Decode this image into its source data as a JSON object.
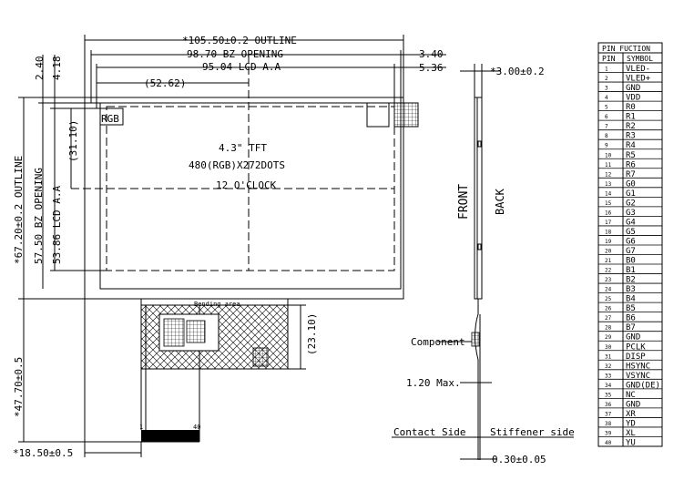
{
  "dimensions": {
    "outline_width": "*105.50±0.2 OUTLINE",
    "bz_opening_width": "98.70 BZ OPENING",
    "lcd_aa_width": "95.04 LCD A.A",
    "center_x": "(52.62)",
    "offset_right_1": "3.40",
    "offset_right_2": "5.36",
    "offset_top_1": "2.40",
    "offset_top_2": "4.18",
    "center_y": "(31.10)",
    "outline_height": "*67.20±0.2 OUTLINE",
    "bz_opening_height": "57.50 BZ OPENING",
    "lcd_aa_height": "53.86 LCD A.A",
    "fpc_length": "*47.70±0.5",
    "fpc_width": "*18.50±0.5",
    "stiffener_length": "(23.10)",
    "thickness": "*3.00±0.2",
    "fpc_thickness": "1.20 Max.",
    "stiffener_thickness": "0.30±0.05"
  },
  "labels": {
    "rgb": "RGB",
    "product_size": "4.3\" TFT",
    "resolution": "480(RGB)X272DOTS",
    "view_direction": "12 O'CLOCK",
    "bending_area": "Bending area",
    "pin_first": "1",
    "pin_last": "40",
    "front": "FRONT",
    "back": "BACK",
    "component": "Component",
    "contact_side": "Contact Side",
    "stiffener_side": "Stiffener side"
  },
  "pin_table": {
    "title": "PIN FUCTION",
    "headers": [
      "PIN",
      "SYMBOL"
    ],
    "rows": [
      [
        "1",
        "VLED-"
      ],
      [
        "2",
        "VLED+"
      ],
      [
        "3",
        "GND"
      ],
      [
        "4",
        "VDD"
      ],
      [
        "5",
        "R0"
      ],
      [
        "6",
        "R1"
      ],
      [
        "7",
        "R2"
      ],
      [
        "8",
        "R3"
      ],
      [
        "9",
        "R4"
      ],
      [
        "10",
        "R5"
      ],
      [
        "11",
        "R6"
      ],
      [
        "12",
        "R7"
      ],
      [
        "13",
        "G0"
      ],
      [
        "14",
        "G1"
      ],
      [
        "15",
        "G2"
      ],
      [
        "16",
        "G3"
      ],
      [
        "17",
        "G4"
      ],
      [
        "18",
        "G5"
      ],
      [
        "19",
        "G6"
      ],
      [
        "20",
        "G7"
      ],
      [
        "21",
        "B0"
      ],
      [
        "22",
        "B1"
      ],
      [
        "23",
        "B2"
      ],
      [
        "24",
        "B3"
      ],
      [
        "25",
        "B4"
      ],
      [
        "26",
        "B5"
      ],
      [
        "27",
        "B6"
      ],
      [
        "28",
        "B7"
      ],
      [
        "29",
        "GND"
      ],
      [
        "30",
        "PCLK"
      ],
      [
        "31",
        "DISP"
      ],
      [
        "32",
        "HSYNC"
      ],
      [
        "33",
        "VSYNC"
      ],
      [
        "34",
        "GND(DE)"
      ],
      [
        "35",
        "NC"
      ],
      [
        "36",
        "GND"
      ],
      [
        "37",
        "XR"
      ],
      [
        "38",
        "YD"
      ],
      [
        "39",
        "XL"
      ],
      [
        "40",
        "YU"
      ]
    ]
  }
}
